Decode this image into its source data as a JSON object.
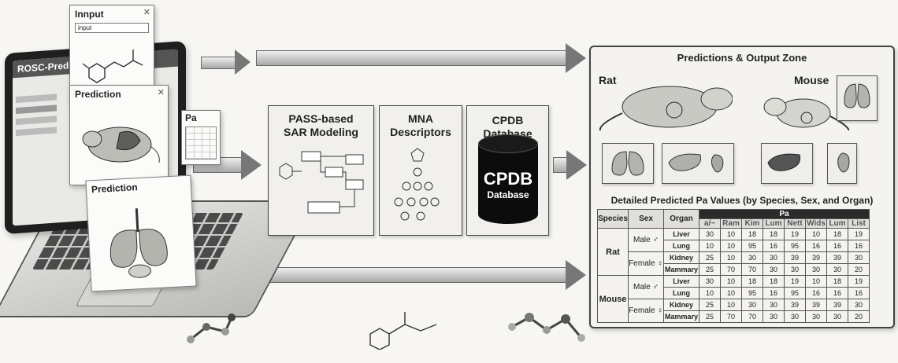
{
  "input_card": {
    "title": "Innput",
    "field_label": "input"
  },
  "laptop": {
    "app_title": "ROSC-Pred"
  },
  "prediction_cards": [
    {
      "title": "Prediction"
    },
    {
      "title": "Prediction"
    }
  ],
  "pa_card": {
    "title": "Pa"
  },
  "middle": {
    "pass_box": {
      "title_line1": "PASS-based",
      "title_line2": "SAR Modeling"
    },
    "mna_box": {
      "title_line1": "MNA",
      "title_line2": "Descriptors"
    },
    "cpdb_box": {
      "title": "CPDB Database",
      "barrel_line1": "CPDB",
      "barrel_line2": "Database"
    }
  },
  "output": {
    "zone_title": "Predictions & Output Zone",
    "rat_label": "Rat",
    "mouse_label": "Mouse",
    "table_title": "Detailed Predicted Pa Values (by Species, Sex, and Organ)",
    "headers": {
      "species": "Species",
      "sex": "Sex",
      "organ": "Organ",
      "pa": "Pa"
    },
    "sub_columns": [
      "a/~",
      "Ram",
      "Kim",
      "Lum",
      "Nett",
      "Wids",
      "Lum",
      "List"
    ],
    "species": [
      {
        "name": "Rat",
        "sexes": [
          {
            "label": "Male ♂",
            "rows": [
              {
                "organ": "Liver",
                "values": [
                  30,
                  10,
                  18,
                  18,
                  19,
                  10,
                  18,
                  19
                ]
              },
              {
                "organ": "Lung",
                "values": [
                  10,
                  10,
                  95,
                  16,
                  95,
                  16,
                  16,
                  16
                ]
              }
            ]
          },
          {
            "label": "Female ♀",
            "rows": [
              {
                "organ": "Kidney",
                "values": [
                  25,
                  10,
                  30,
                  30,
                  39,
                  39,
                  39,
                  30
                ]
              },
              {
                "organ": "Mammary",
                "values": [
                  25,
                  70,
                  70,
                  30,
                  30,
                  30,
                  30,
                  20
                ]
              }
            ]
          }
        ]
      },
      {
        "name": "Mouse",
        "sexes": [
          {
            "label": "Male ♂",
            "rows": [
              {
                "organ": "Liver",
                "values": [
                  30,
                  10,
                  18,
                  18,
                  19,
                  10,
                  18,
                  19
                ]
              },
              {
                "organ": "Lung",
                "values": [
                  10,
                  10,
                  95,
                  16,
                  95,
                  16,
                  16,
                  16
                ]
              }
            ]
          },
          {
            "label": "Female ♀",
            "rows": [
              {
                "organ": "Kidney",
                "values": [
                  25,
                  10,
                  30,
                  30,
                  39,
                  39,
                  39,
                  30
                ]
              },
              {
                "organ": "Mammary",
                "values": [
                  25,
                  70,
                  70,
                  30,
                  30,
                  30,
                  30,
                  20
                ]
              }
            ]
          }
        ]
      }
    ]
  }
}
